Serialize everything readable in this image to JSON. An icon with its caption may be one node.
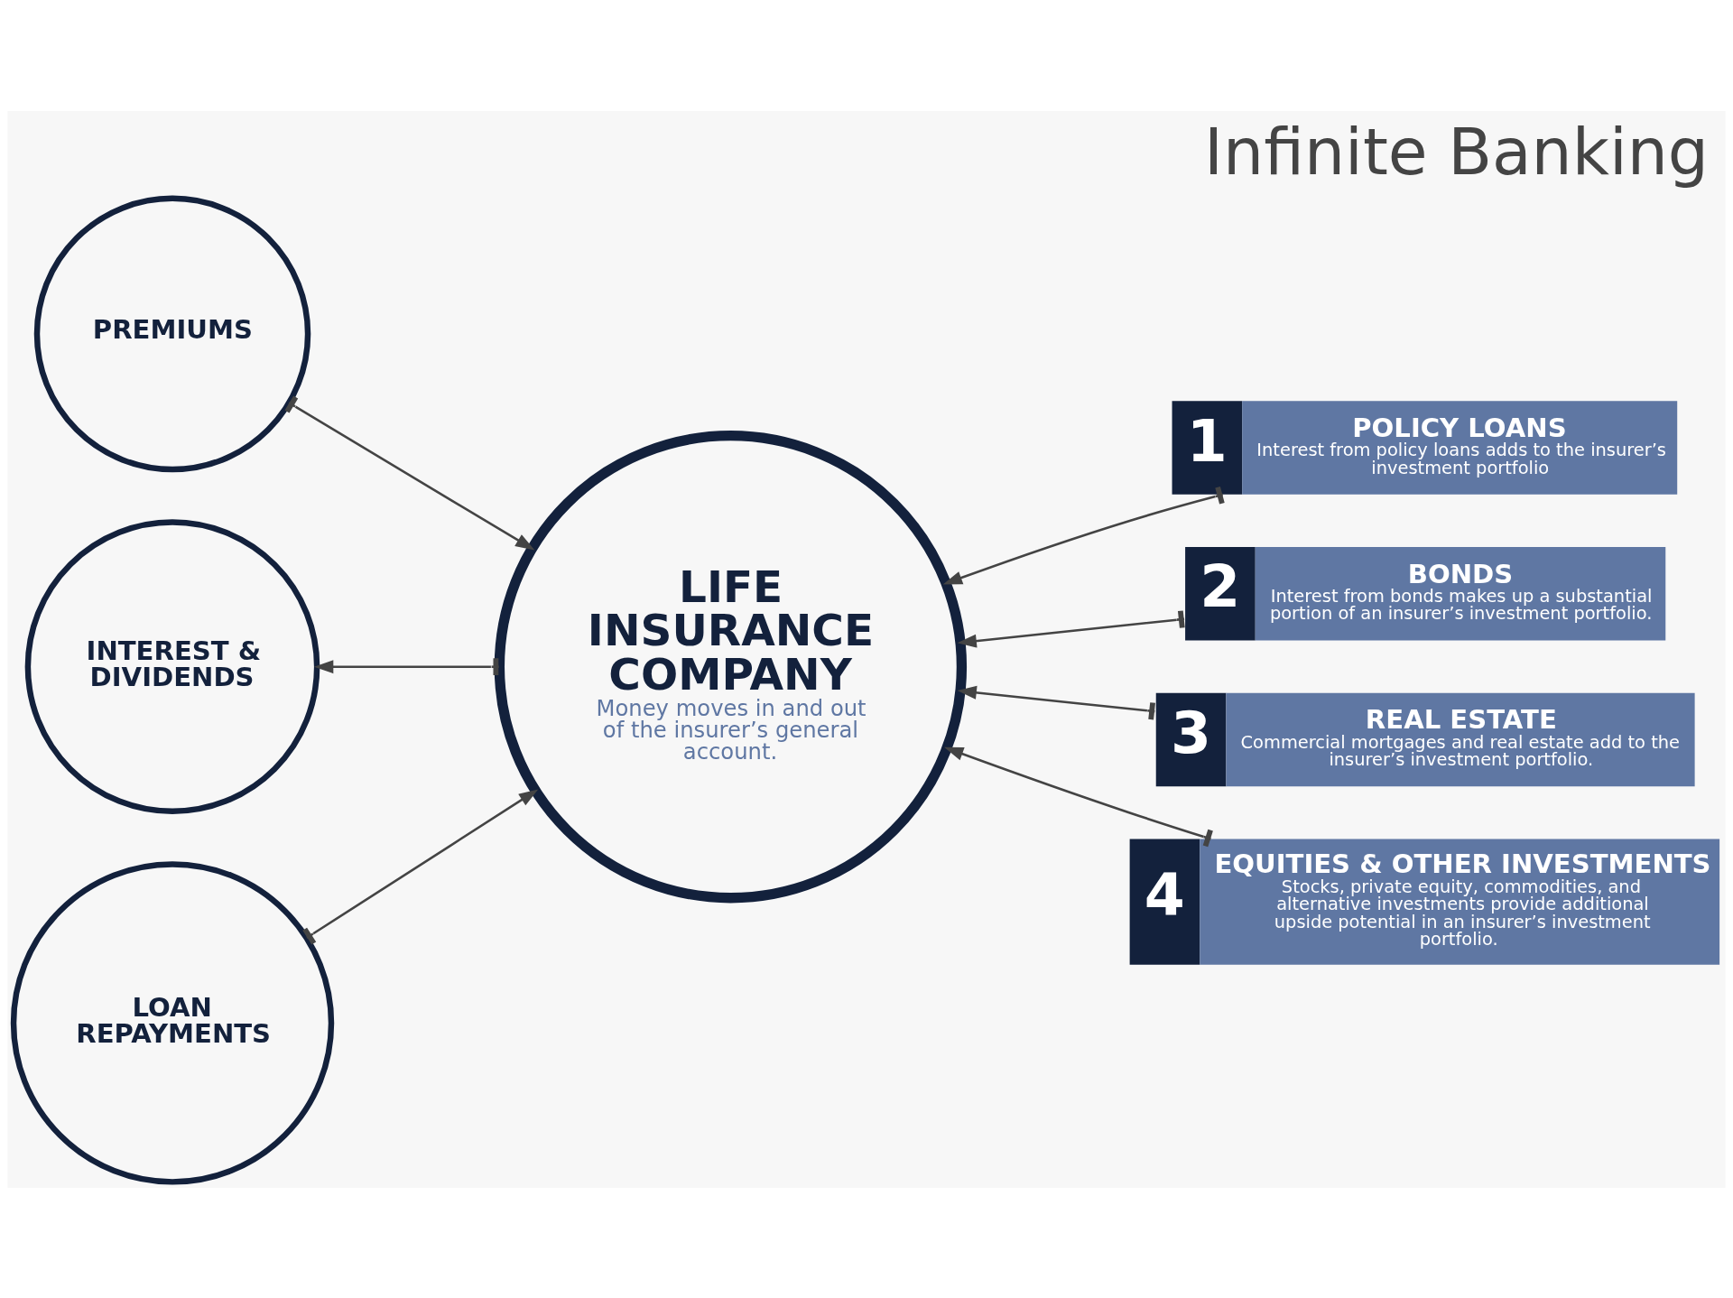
{
  "diagram": {
    "title": "Infinite Banking",
    "nodes": [
      {
        "text": [
          "PREMIUMS"
        ]
      },
      {
        "text": [
          "INTEREST & DIVIDENDS"
        ]
      },
      {
        "text": [
          "LIFE INSURANCE COMPANY",
          "Money moves in and out of the insurer’s general account."
        ]
      },
      {
        "text": [
          "1",
          "POLICY LOANS",
          "Interest from policy loans adds to the insurer’s investment portfolio"
        ]
      },
      {
        "text": [
          "2",
          "BONDS",
          "Interest from bonds makes up a substantial portion of an insurer’s investment portfolio."
        ]
      },
      {
        "text": [
          "3",
          "REAL ESTATE",
          "Commercial mortgages and real estate add to the insurer’s investment portfolio."
        ]
      },
      {
        "text": [
          "4",
          "EQUITIES & OTHER INVESTMENTS",
          "Stocks, private equity, commodities, and alternative investments provide additional upside potential in an insurer’s investment portfolio."
        ]
      },
      {
        "text": [
          "LOAN REPAYMENTS"
        ]
      }
    ],
    "edges": [
      {
        "from": 0,
        "to": 2,
        "arrow": "to"
      },
      {
        "from": 2,
        "to": 1,
        "arrow": "to"
      },
      {
        "from": 3,
        "to": 2,
        "arrow": "to"
      },
      {
        "from": 4,
        "to": 2,
        "arrow": "to"
      },
      {
        "from": 5,
        "to": 2,
        "arrow": "to"
      },
      {
        "from": 6,
        "to": 2,
        "arrow": "to"
      },
      {
        "from": 7,
        "to": 2,
        "arrow": "to"
      }
    ]
  }
}
